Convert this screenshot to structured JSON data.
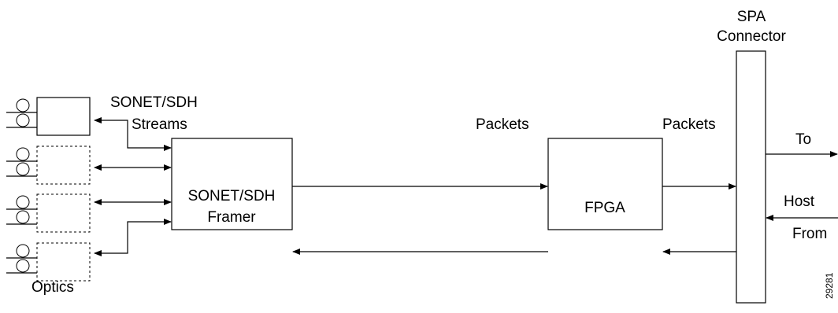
{
  "labels": {
    "spa_connector_line1": "SPA",
    "spa_connector_line2": "Connector",
    "sonet_streams_line1": "SONET/SDH",
    "sonet_streams_line2": "Streams",
    "packets_left": "Packets",
    "packets_right": "Packets",
    "framer_line1": "SONET/SDH",
    "framer_line2": "Framer",
    "fpga": "FPGA",
    "to": "To",
    "host": "Host",
    "from": "From",
    "optics": "Optics",
    "figure_id": "29281"
  }
}
